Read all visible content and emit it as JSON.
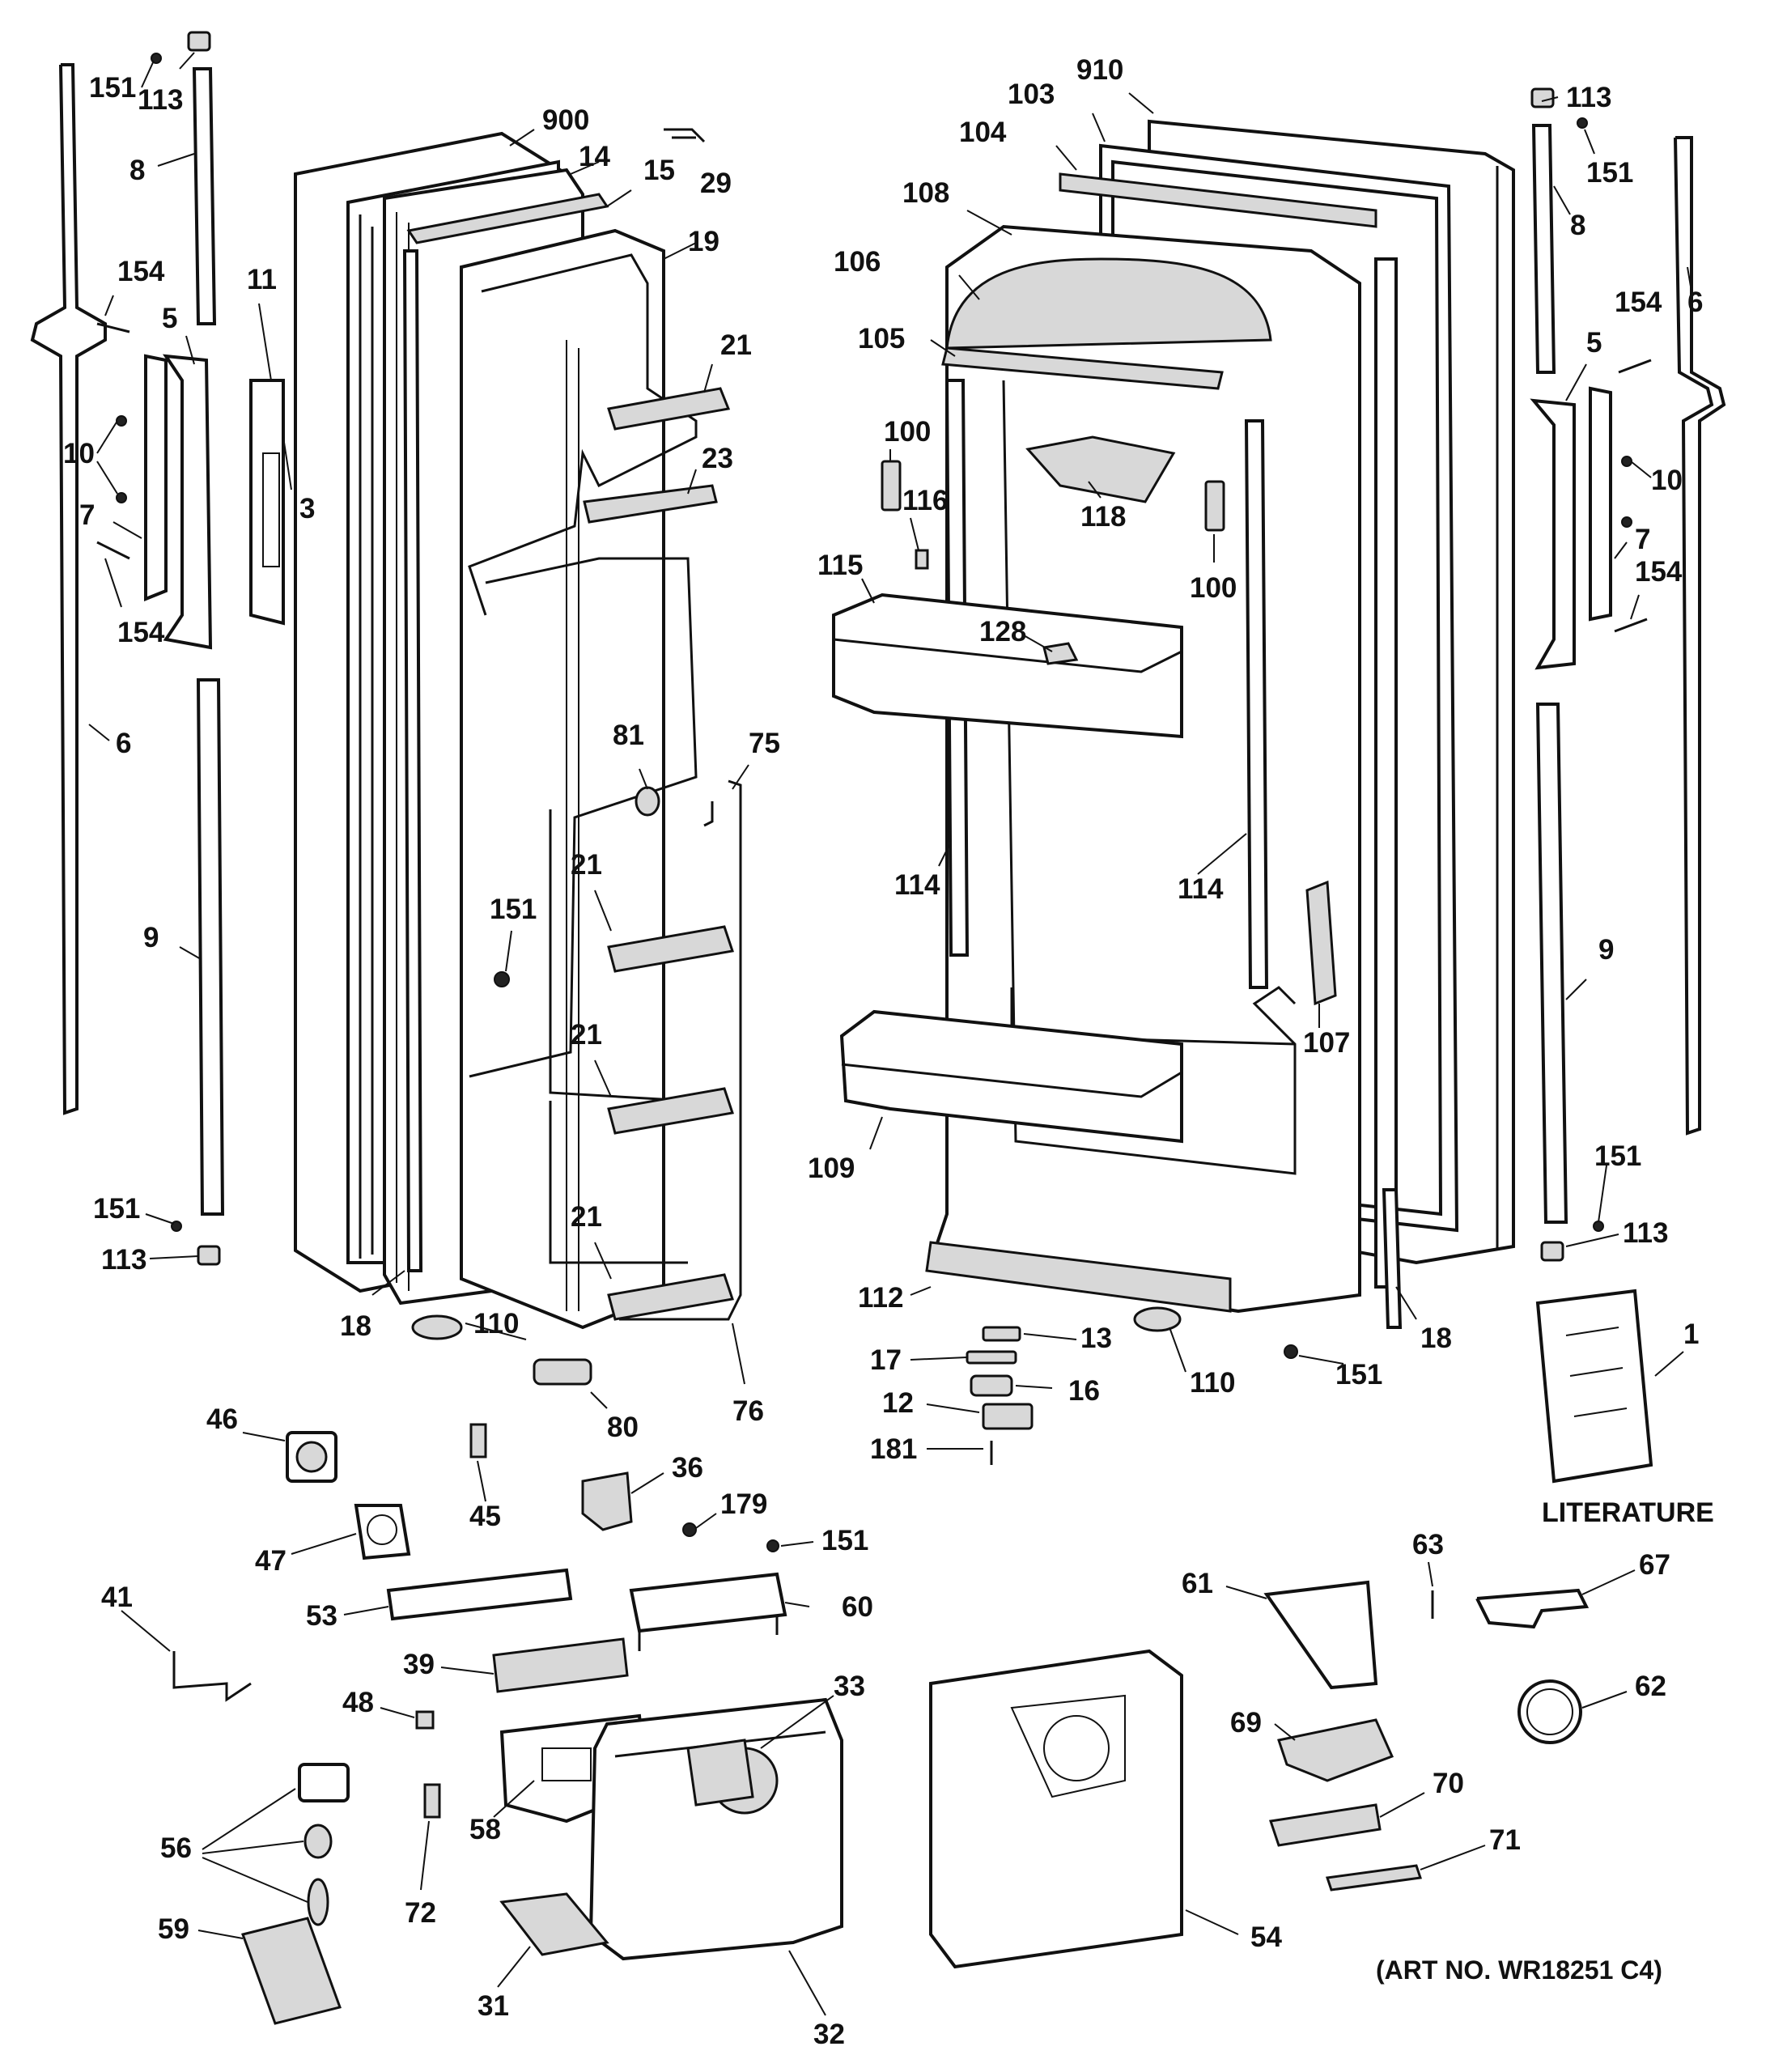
{
  "diagram": {
    "caption_literature": "LITERATURE",
    "art_number": "(ART NO. WR18251 C4)",
    "part_labels": [
      "151",
      "113",
      "8",
      "900",
      "14",
      "15",
      "29",
      "19",
      "154",
      "11",
      "5",
      "21",
      "10",
      "3",
      "23",
      "7",
      "154",
      "6",
      "81",
      "75",
      "21",
      "151",
      "9",
      "21",
      "21",
      "151",
      "113",
      "18",
      "110",
      "80",
      "76",
      "910",
      "103",
      "113",
      "104",
      "151",
      "108",
      "8",
      "106",
      "154",
      "6",
      "105",
      "5",
      "100",
      "116",
      "118",
      "10",
      "7",
      "115",
      "100",
      "154",
      "128",
      "114",
      "114",
      "107",
      "9",
      "109",
      "151",
      "113",
      "112",
      "13",
      "18",
      "17",
      "16",
      "110",
      "151",
      "1",
      "12",
      "181",
      "46",
      "45",
      "36",
      "179",
      "47",
      "151",
      "60",
      "41",
      "53",
      "39",
      "48",
      "33",
      "61",
      "63",
      "67",
      "62",
      "69",
      "70",
      "71",
      "56",
      "58",
      "72",
      "59",
      "31",
      "32",
      "54"
    ]
  }
}
